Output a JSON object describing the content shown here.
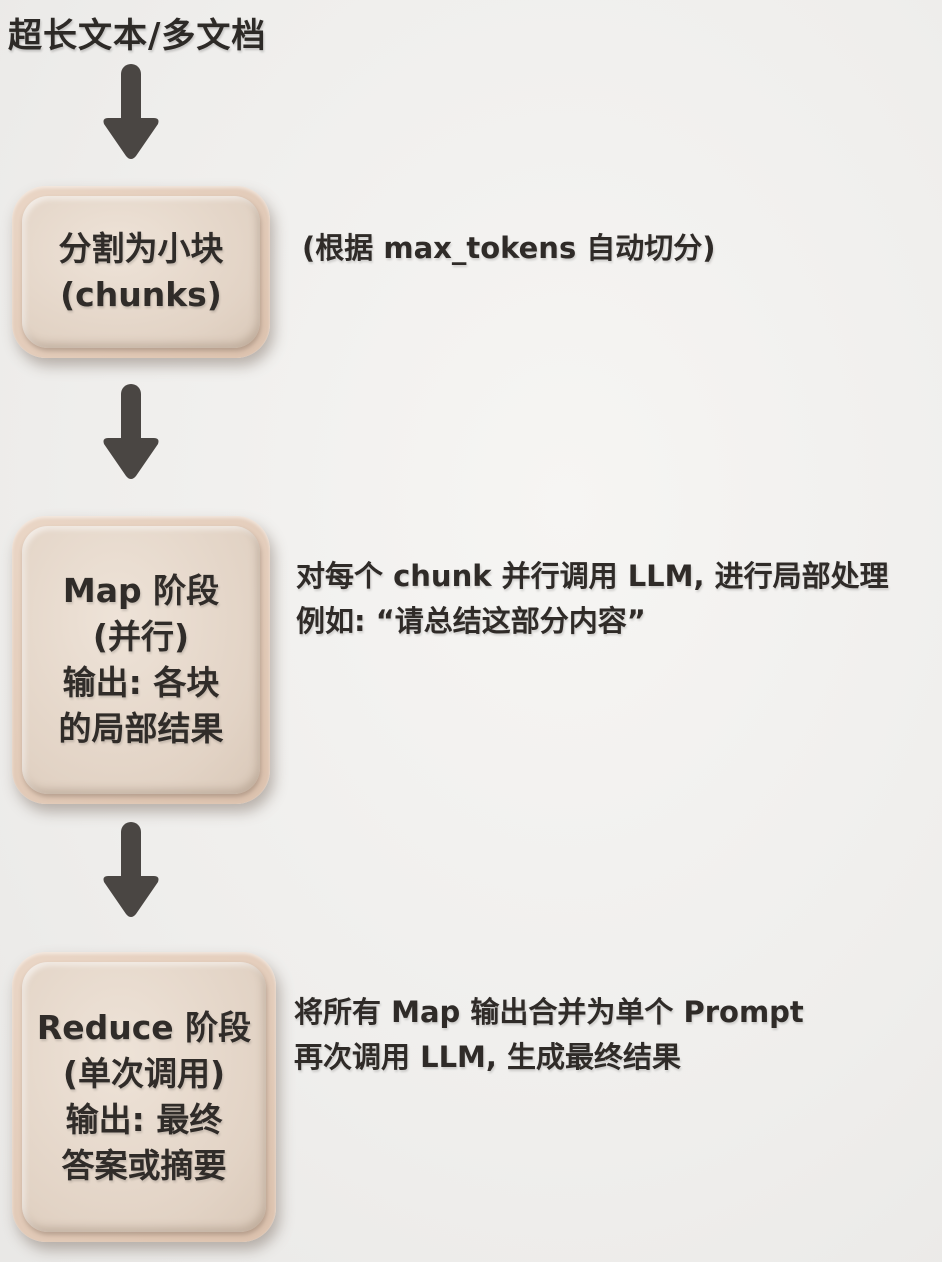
{
  "title": "超长文本/多文档",
  "steps": [
    {
      "lines": [
        "分割为小块",
        "(chunks)"
      ],
      "notes": [
        "(根据 max_tokens 自动切分)"
      ]
    },
    {
      "lines": [
        "Map 阶段",
        "(并行)",
        "输出: 各块",
        "的局部结果"
      ],
      "notes": [
        "对每个 chunk 并行调用 LLM, 进行局部处理",
        "例如: “请总结这部分内容”"
      ]
    },
    {
      "lines": [
        "Reduce 阶段",
        "(单次调用)",
        "输出: 最终",
        "答案或摘要"
      ],
      "notes": [
        "将所有 Map 输出合并为单个 Prompt",
        "再次调用 LLM, 生成最终结果"
      ]
    }
  ],
  "colors": {
    "arrow": "#4a4643",
    "box": "#e2d3c5",
    "box_rim": "#dcc2ae"
  }
}
